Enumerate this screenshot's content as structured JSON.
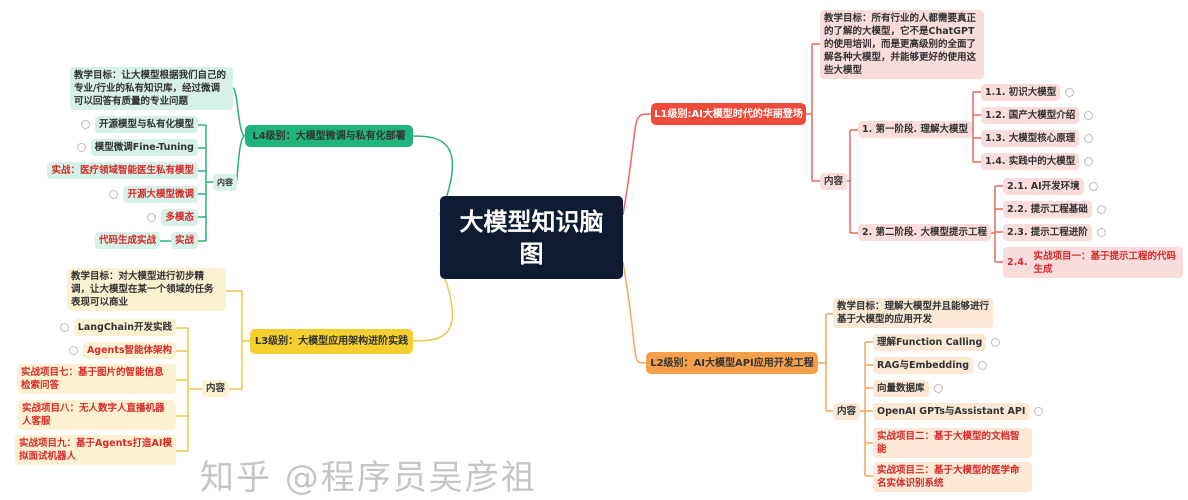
{
  "center": "大模型知识脑图",
  "colors": {
    "center": "#0f1a33",
    "l1": "#f04a3a",
    "l2": "#f5a04a",
    "l3": "#f5cf2e",
    "l4": "#1fb57a"
  },
  "l1": {
    "title": "L1级别:AI大模型时代的华丽登场",
    "goal": "教学目标：所有行业的人都需要真正的了解的大模型，它不是ChatGPT的使用培训，而是更高级别的全面了解各种大模型，并能够更好的使用这些大模型",
    "content": "内容",
    "stage1": {
      "title": "1.  第一阶段. 理解大模型",
      "items": [
        "1.1.  初识大模型",
        "1.2.  国产大模型介绍",
        "1.3.  大模型核心原理",
        "1.4.  实践中的大模型"
      ]
    },
    "stage2": {
      "title": "2.  第二阶段. 大模型提示工程",
      "items": [
        "2.1.  AI开发环境",
        "2.2.  提示工程基础",
        "2.3.  提示工程进阶"
      ],
      "num4": "2.4.",
      "item4": "实战项目一：基于提示工程的代码生成"
    }
  },
  "l2": {
    "title": "L2级别：AI大模型API应用开发工程",
    "goal": "教学目标：理解大模型并且能够进行基于大模型的应用开发",
    "content": "内容",
    "items": [
      "理解Function Calling",
      "RAG与Embedding",
      "向量数据库",
      "OpenAI GPTs与Assistant  API"
    ],
    "projects": [
      "实战项目二：基于大模型的文档智能",
      "实战项目三：基于大模型的医学命名实体识别系统"
    ]
  },
  "l3": {
    "title": "L3级别：大模型应用架构进阶实践",
    "goal": "教学目标：对大模型进行初步精调，让大模型在某一个领域的任务表现可以商业",
    "content": "内容",
    "items": [
      "LangChain开发实践",
      "Agents智能体架构",
      "实战项目七：基于图片的智能信息检索问答",
      "实战项目八：无人数字人直播机器人客服",
      "实战项目九：基于Agents打造AI模拟面试机器人"
    ]
  },
  "l4": {
    "title": "L4级别：大模型微调与私有化部署",
    "goal": "教学目标：让大模型根据我们自己的专业/行业的私有知识库，经过微调可以回答有质量的专业问题",
    "content": "内容",
    "items": [
      "开源模型与私有化模型",
      "模型微调Fine-Tuning",
      "实战：医疗领域智能医生私有模型",
      "开源大模型微调",
      "多模态",
      "实战"
    ],
    "sub": "代码生成实战"
  },
  "watermark": "知乎 @程序员吴彦祖"
}
